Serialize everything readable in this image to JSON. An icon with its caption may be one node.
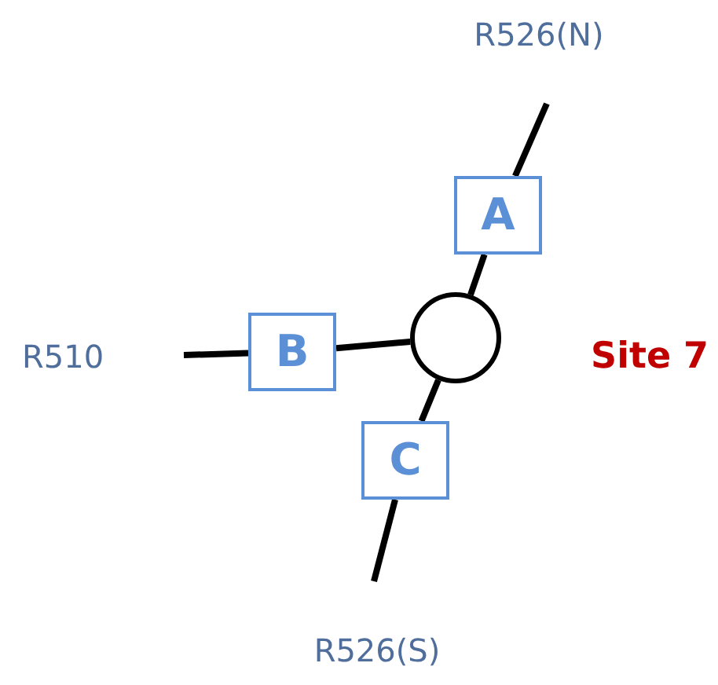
{
  "diagram": {
    "nodes": [
      {
        "text": [
          "A"
        ]
      },
      {
        "text": [
          "B"
        ]
      },
      {
        "text": [],
        "shape": "circle"
      },
      {
        "text": [
          "C"
        ]
      }
    ],
    "edges": [
      {
        "from": 2,
        "to": 0,
        "arrow": "none"
      },
      {
        "from": 0,
        "to": null,
        "arrow": "none"
      },
      {
        "from": 2,
        "to": 1,
        "arrow": "none"
      },
      {
        "from": 1,
        "to": null,
        "arrow": "none"
      },
      {
        "from": 2,
        "to": 3,
        "arrow": "none"
      },
      {
        "from": 3,
        "to": null,
        "arrow": "none"
      }
    ],
    "labels": [
      "R526(N)",
      "R510",
      "Site 7",
      "R526(S)"
    ]
  }
}
